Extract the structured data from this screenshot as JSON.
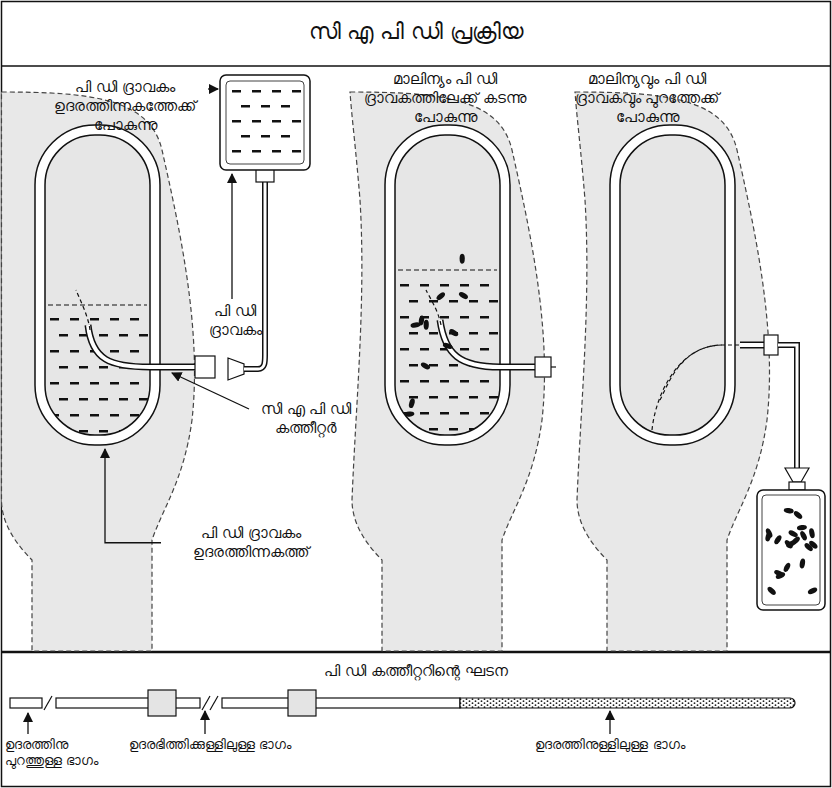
{
  "diagram": {
    "title": "സി എ പി ഡി പ്രക്രിയ",
    "labels": [
      "പി ഡി ദ്രാവകം ഉദരത്തിന്നകത്തേക്ക് പോകുന്നു",
      "മാലിന്യം പി ഡി ദ്രാവകത്തിലേക്ക് കടന്നു പോകുന്നു",
      "മാലിന്യവും പി ഡി ദ്രാവകവും പുറത്തേക്ക് പോകുന്നു",
      "പി ഡി ദ്രാവകം",
      "സി എ പി ഡി കത്തീറ്റർ",
      "പി ഡി ദ്രാവകം ഉദരത്തിന്നകത്ത്",
      "പി ഡി കത്തീറ്ററിന്റെ ഘടന",
      "ഉദരത്തിനു പുറത്തുള്ള ഭാഗം",
      "ഉദരഭിത്തിക്കുള്ളിലുള്ള ഭാഗം",
      "ഉദരത്തിനുള്ളിലുള്ള ഭാഗം"
    ]
  }
}
